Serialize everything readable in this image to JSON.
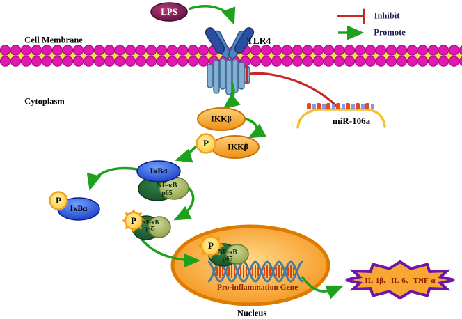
{
  "labels": {
    "lps": "LPS",
    "tlr4": "TLR4",
    "cell_membrane": "Cell Membrane",
    "cytoplasm": "Cytoplasm",
    "mir106a": "miR-106a",
    "ikkb": "IKKβ",
    "phospho": "P",
    "ikba": "IκBα",
    "nfkb": "NF-κB",
    "p65": "p65",
    "pro_inflammation_gene": "Pro-inflammation Gene",
    "nucleus": "Nucleus",
    "cytokines": "IL-1β、IL-6、TNF-α"
  },
  "legend": {
    "inhibit": "Inhibit",
    "promote": "Promote"
  },
  "colors": {
    "membrane_pink": "#E218B2",
    "membrane_yellow": "#F2DE4E",
    "promote_green": "#1FA11F",
    "inhibit_red": "#C62828",
    "receptor_blue_dark": "#2B4FA0",
    "receptor_blue_light": "#85AED3",
    "kinase_orange": "#F09819",
    "phospho_yellow": "#FFD24A",
    "ikba_blue": "#2247C8",
    "nfkb_green_dark": "#1E6B3C",
    "nfkb_green_olive": "#9AAD52",
    "nucleus_orange": "#EF8E10",
    "lps_maroon": "#7E1850",
    "mirna_gold": "#F2C12E",
    "burst_fill": "#F6A832",
    "burst_border": "#6E15A8",
    "gene_text": "#8B2500"
  }
}
